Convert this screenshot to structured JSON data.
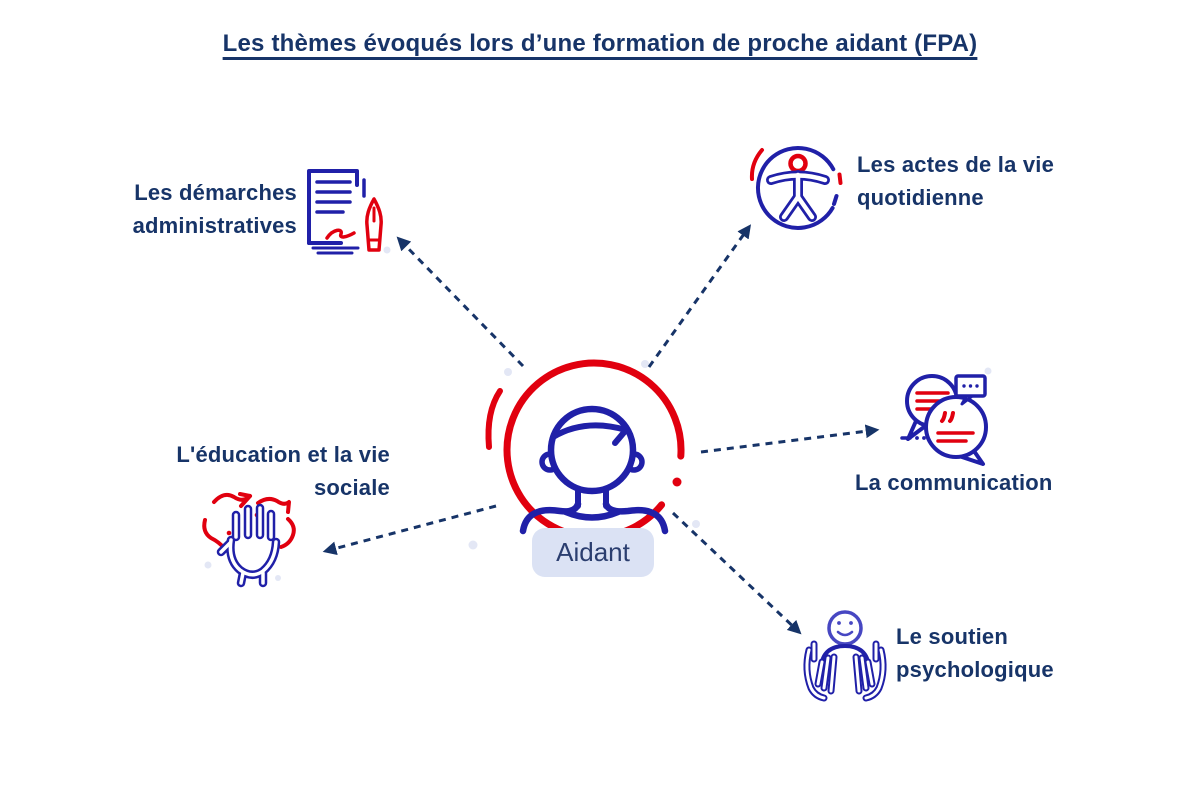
{
  "title": "Les thèmes évoqués lors d’une formation de proche aidant (FPA)",
  "center": {
    "label": "Aidant",
    "icon": "person-face-icon"
  },
  "themes": [
    {
      "label": "Les démarches administratives",
      "lines": [
        "Les démarches",
        "administratives"
      ],
      "icon": "document-signature-pen-icon"
    },
    {
      "label": "Les actes de la vie quotidienne",
      "lines": [
        "Les actes de la vie",
        "quotidienne"
      ],
      "icon": "accessibility-person-icon"
    },
    {
      "label": "La communication",
      "lines": [
        "La communication"
      ],
      "icon": "speech-bubbles-icon"
    },
    {
      "label": "L'éducation et la vie sociale",
      "lines": [
        "L'éducation et la vie",
        "sociale"
      ],
      "icon": "raised-hand-icon"
    },
    {
      "label": "Le soutien psychologique",
      "lines": [
        "Le soutien",
        "psychologique"
      ],
      "icon": "hands-holding-person-icon"
    }
  ],
  "colors": {
    "navy_text": "#173468",
    "icon_blue": "#2020a8",
    "accent_red": "#e1000f",
    "pill_bg": "#dbe2f4",
    "soft_blue": "#4747c2",
    "background_dot": "#e3e7f5"
  }
}
